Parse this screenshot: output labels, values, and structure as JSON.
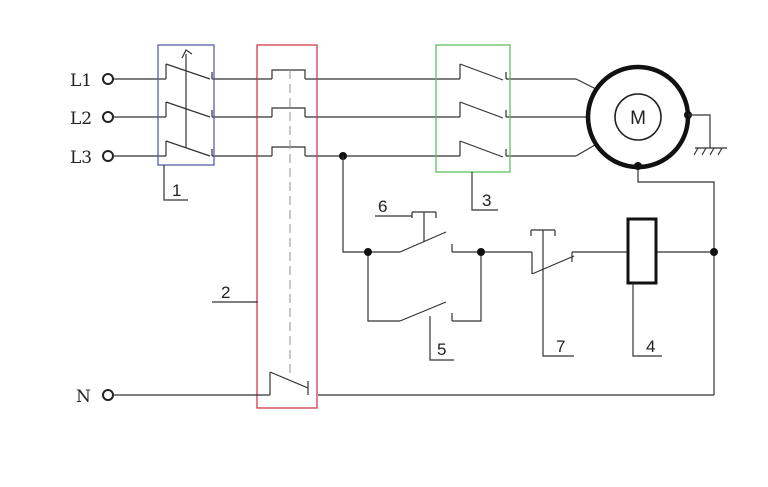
{
  "terminals": {
    "l1": "L1",
    "l2": "L2",
    "l3": "L3",
    "n": "N"
  },
  "motor": {
    "label": "M"
  },
  "callouts": {
    "c1": "1",
    "c2": "2",
    "c3": "3",
    "c4": "4",
    "c5": "5",
    "c6": "6",
    "c7": "7"
  },
  "colors": {
    "wire": "#333333",
    "box1": "#5a5fa8",
    "box2": "#d23b4a",
    "box3": "#5fbf5f",
    "background": "#ffffff"
  },
  "icons": [
    "ground-icon",
    "motor-icon",
    "terminal-icon",
    "junction-dot-icon"
  ]
}
